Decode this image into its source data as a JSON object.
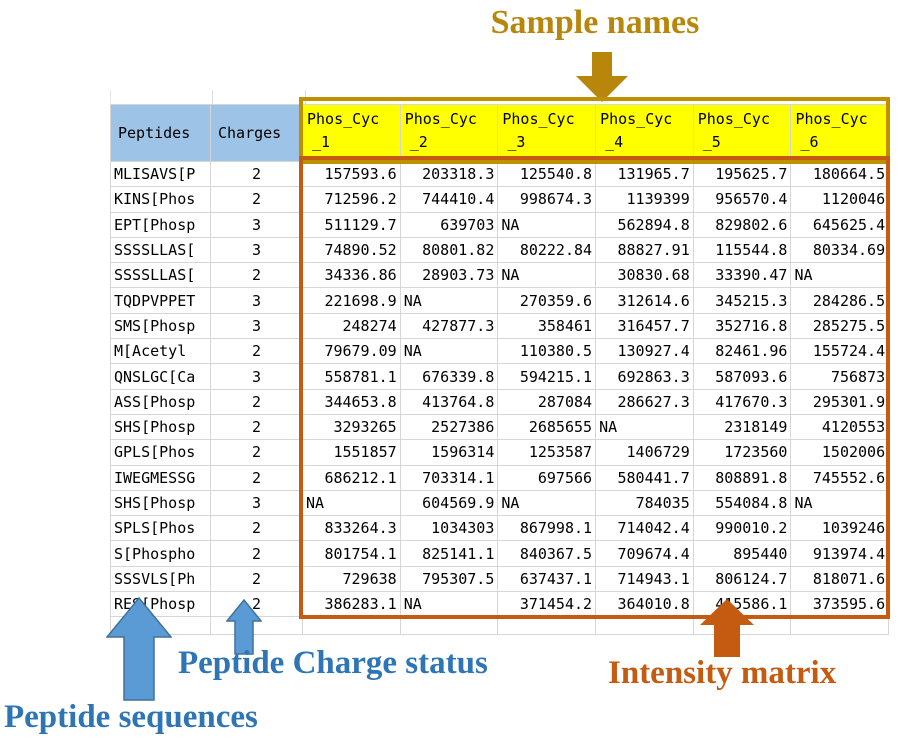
{
  "annotations": {
    "sample_names": "Sample names",
    "peptide_charge_status": "Peptide Charge status",
    "peptide_sequences": "Peptide sequences",
    "intensity_matrix": "Intensity matrix"
  },
  "colors": {
    "sample_names_accent": "#b8860b",
    "sample_header_fill": "#ffff00",
    "sample_header_border": "#bf9000",
    "intensity_matrix_accent": "#c55a11",
    "blue_label_accent": "#2e75b6",
    "blue_arrow_fill": "#5b9bd5",
    "left_header_fill": "#9dc3e6"
  },
  "table": {
    "peptides_header": "Peptides",
    "charges_header": "Charges",
    "sample_headers": [
      {
        "line1": "Phos_Cyc",
        "line2": "_1"
      },
      {
        "line1": "Phos_Cyc",
        "line2": "_2"
      },
      {
        "line1": "Phos_Cyc",
        "line2": "_3"
      },
      {
        "line1": "Phos_Cyc",
        "line2": "_4"
      },
      {
        "line1": "Phos_Cyc",
        "line2": "_5"
      },
      {
        "line1": "Phos_Cyc",
        "line2": "_6"
      }
    ],
    "rows": [
      {
        "peptide": "MLISAVS[P",
        "charge": "2",
        "values": [
          "157593.6",
          "203318.3",
          "125540.8",
          "131965.7",
          "195625.7",
          "180664.5"
        ]
      },
      {
        "peptide": "KINS[Phos",
        "charge": "2",
        "values": [
          "712596.2",
          "744410.4",
          "998674.3",
          "1139399",
          "956570.4",
          "1120046"
        ]
      },
      {
        "peptide": "EPT[Phosp",
        "charge": "3",
        "values": [
          "511129.7",
          "639703",
          "NA",
          "562894.8",
          "829802.6",
          "645625.4"
        ]
      },
      {
        "peptide": "SSSSLLAS[",
        "charge": "3",
        "values": [
          "74890.52",
          "80801.82",
          "80222.84",
          "88827.91",
          "115544.8",
          "80334.69"
        ]
      },
      {
        "peptide": "SSSSLLAS[",
        "charge": "2",
        "values": [
          "34336.86",
          "28903.73",
          "NA",
          "30830.68",
          "33390.47",
          "NA"
        ]
      },
      {
        "peptide": "TQDPVPPET",
        "charge": "3",
        "values": [
          "221698.9",
          "NA",
          "270359.6",
          "312614.6",
          "345215.3",
          "284286.5"
        ]
      },
      {
        "peptide": "SMS[Phosp",
        "charge": "3",
        "values": [
          "248274",
          "427877.3",
          "358461",
          "316457.7",
          "352716.8",
          "285275.5"
        ]
      },
      {
        "peptide": "M[Acetyl",
        "charge": "2",
        "values": [
          "79679.09",
          "NA",
          "110380.5",
          "130927.4",
          "82461.96",
          "155724.4"
        ]
      },
      {
        "peptide": "QNSLGC[Ca",
        "charge": "3",
        "values": [
          "558781.1",
          "676339.8",
          "594215.1",
          "692863.3",
          "587093.6",
          "756873"
        ]
      },
      {
        "peptide": "ASS[Phosp",
        "charge": "2",
        "values": [
          "344653.8",
          "413764.8",
          "287084",
          "286627.3",
          "417670.3",
          "295301.9"
        ]
      },
      {
        "peptide": "SHS[Phosp",
        "charge": "2",
        "values": [
          "3293265",
          "2527386",
          "2685655",
          "NA",
          "2318149",
          "4120553"
        ]
      },
      {
        "peptide": "GPLS[Phos",
        "charge": "2",
        "values": [
          "1551857",
          "1596314",
          "1253587",
          "1406729",
          "1723560",
          "1502006"
        ]
      },
      {
        "peptide": "IWEGMESSG",
        "charge": "2",
        "values": [
          "686212.1",
          "703314.1",
          "697566",
          "580441.7",
          "808891.8",
          "745552.6"
        ]
      },
      {
        "peptide": "SHS[Phosp",
        "charge": "3",
        "values": [
          "NA",
          "604569.9",
          "NA",
          "784035",
          "554084.8",
          "NA"
        ]
      },
      {
        "peptide": "SPLS[Phos",
        "charge": "2",
        "values": [
          "833264.3",
          "1034303",
          "867998.1",
          "714042.4",
          "990010.2",
          "1039246"
        ]
      },
      {
        "peptide": "S[Phospho",
        "charge": "2",
        "values": [
          "801754.1",
          "825141.1",
          "840367.5",
          "709674.4",
          "895440",
          "913974.4"
        ]
      },
      {
        "peptide": "SSSVLS[Ph",
        "charge": "2",
        "values": [
          "729638",
          "795307.5",
          "637437.1",
          "714943.1",
          "806124.7",
          "818071.6"
        ]
      },
      {
        "peptide": "RES[Phosp",
        "charge": "2",
        "values": [
          "386283.1",
          "NA",
          "371454.2",
          "364010.8",
          "415586.1",
          "373595.6"
        ]
      }
    ]
  }
}
